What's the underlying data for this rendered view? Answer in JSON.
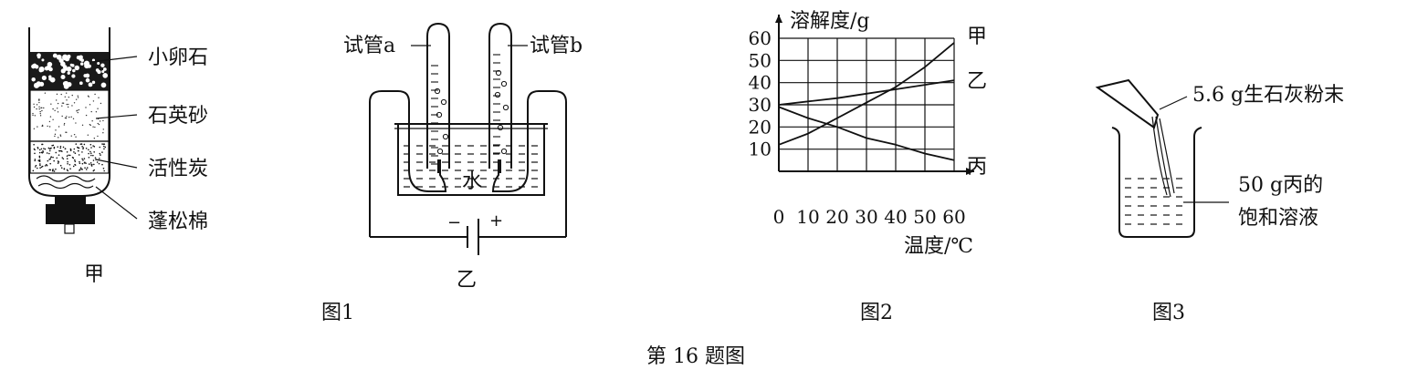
{
  "figure_caption": "第 16 题图",
  "fig1": {
    "caption": "图1",
    "jia": {
      "caption": "甲",
      "layers": [
        "小卵石",
        "石英砂",
        "活性炭",
        "蓬松棉"
      ]
    },
    "yi": {
      "caption": "乙",
      "tube_a": "试管a",
      "tube_b": "试管b",
      "water": "水",
      "minus": "−",
      "plus": "+"
    }
  },
  "fig2": {
    "caption": "图2"
  },
  "fig3": {
    "caption": "图3",
    "powder_label": "5.6 g生石灰粉末",
    "solution_label_1": "50 g丙的",
    "solution_label_2": "饱和溶液"
  },
  "chart_data": {
    "type": "line",
    "ylabel": "溶解度/g",
    "xlabel": "温度/℃",
    "xlim": [
      0,
      60
    ],
    "ylim": [
      0,
      60
    ],
    "x_ticks": [
      0,
      10,
      20,
      30,
      40,
      50,
      60
    ],
    "y_ticks": [
      10,
      20,
      30,
      40,
      50,
      60
    ],
    "grid": true,
    "series": [
      {
        "name": "甲",
        "x": [
          0,
          10,
          20,
          30,
          40,
          50,
          60
        ],
        "y": [
          12,
          17,
          24,
          31,
          38,
          47,
          58
        ]
      },
      {
        "name": "乙",
        "x": [
          0,
          10,
          20,
          30,
          40,
          50,
          60
        ],
        "y": [
          30,
          31.5,
          33,
          35,
          37,
          39,
          41
        ]
      },
      {
        "name": "丙",
        "x": [
          0,
          10,
          20,
          30,
          40,
          50,
          60
        ],
        "y": [
          29,
          24,
          20,
          15,
          12,
          8,
          5
        ]
      }
    ]
  }
}
